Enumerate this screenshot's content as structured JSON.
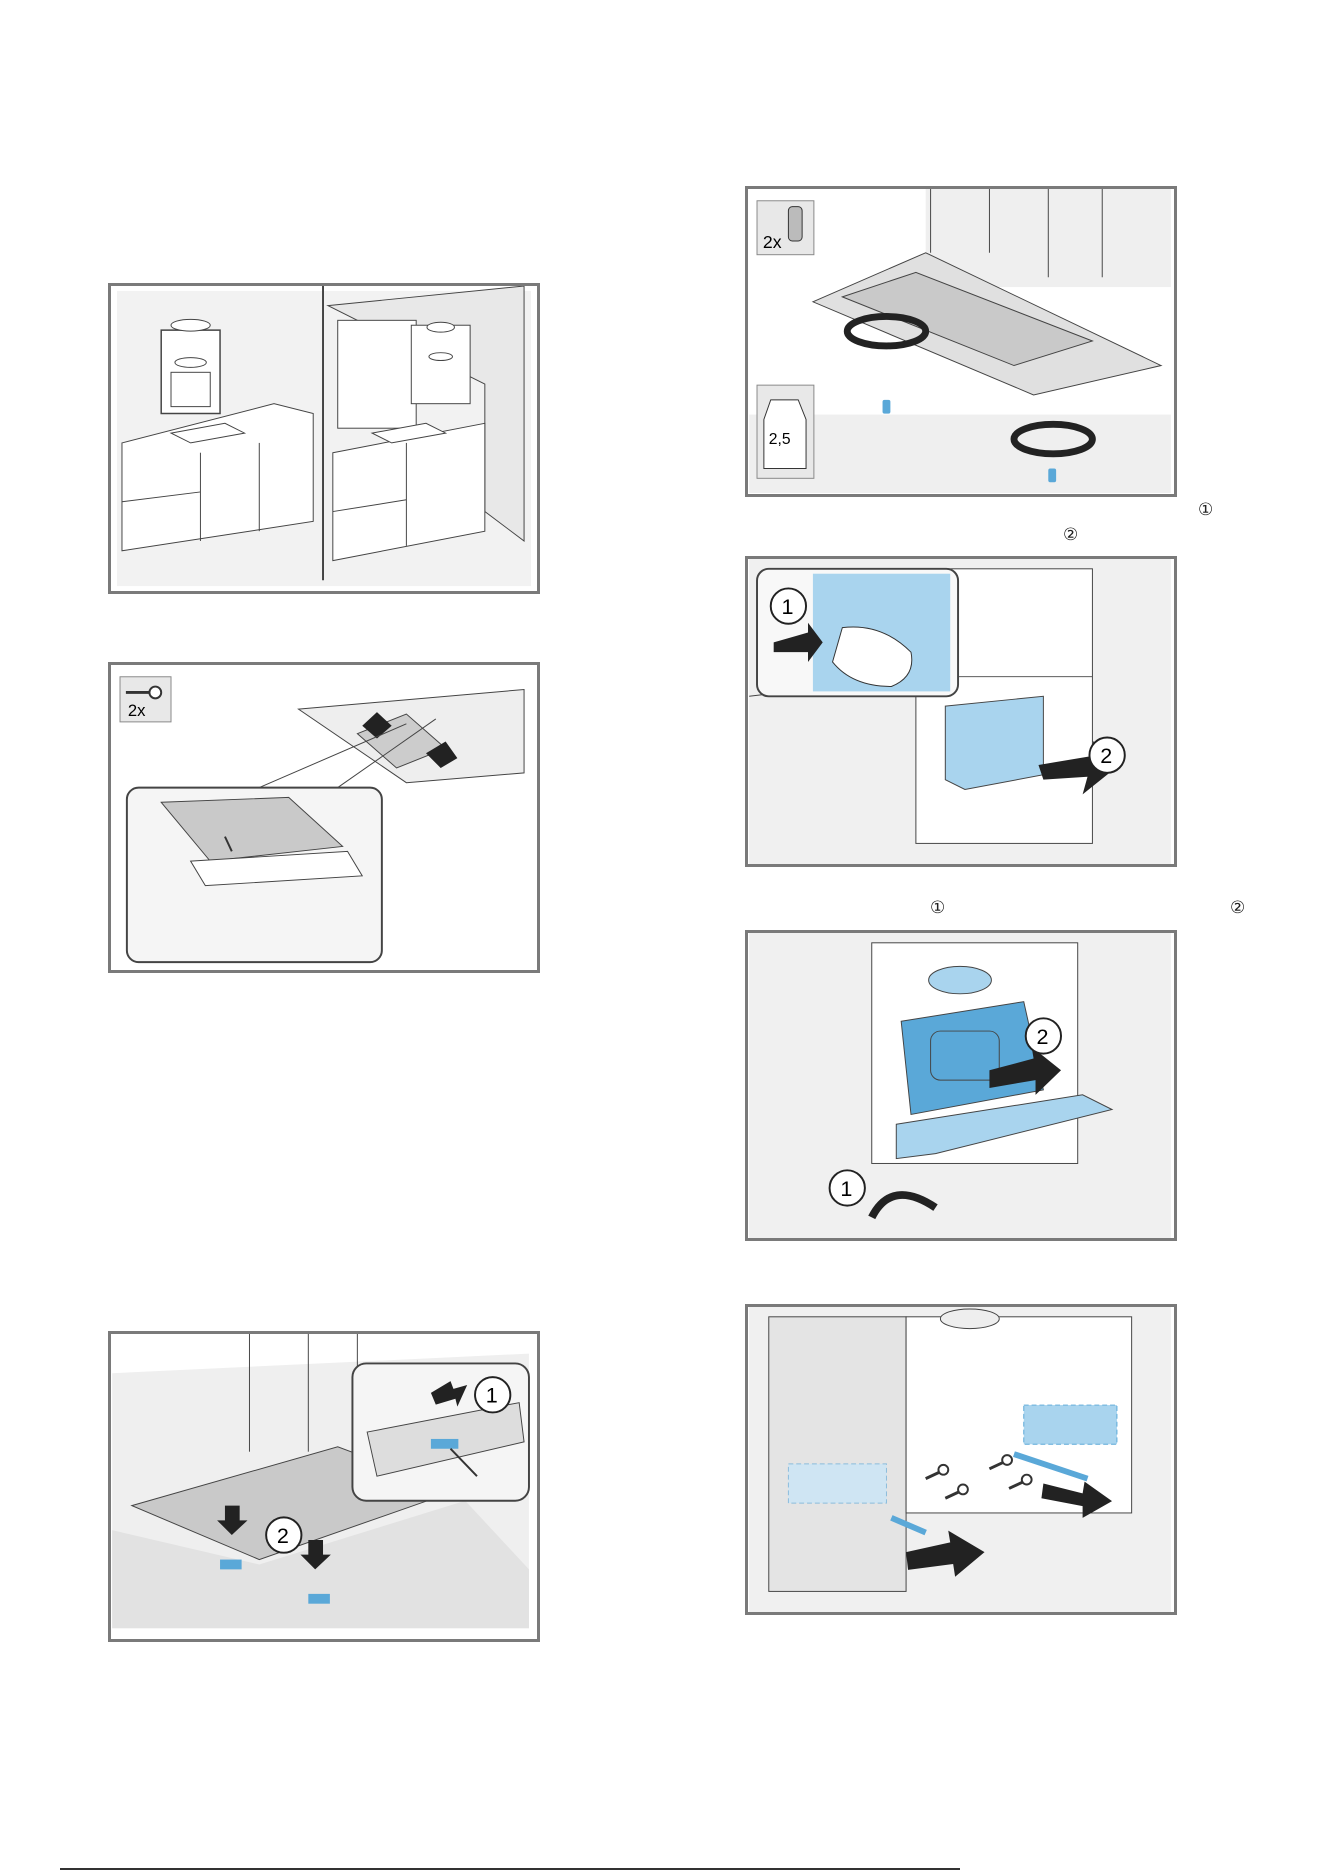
{
  "figures": {
    "fig1": {},
    "fig2": {
      "badge_text": "2x"
    },
    "fig3": {
      "callout_1": "1",
      "callout_2": "2"
    },
    "fig4": {
      "badge_top": "2x",
      "badge_bottom": "2,5"
    },
    "fig5": {
      "callout_1": "1",
      "callout_2": "2"
    },
    "fig6": {
      "callout_1": "1",
      "callout_2": "2"
    },
    "fig7": {}
  },
  "text_markers": {
    "m1": "①",
    "m2": "②",
    "m3": "①",
    "m4": "②"
  },
  "colors": {
    "frame": "#7a7a7a",
    "accent_blue": "#5aa8d8",
    "light_blue": "#a9d4ee",
    "wall_grey": "#e6e6e6",
    "filter_grey": "#c9c9c9"
  }
}
